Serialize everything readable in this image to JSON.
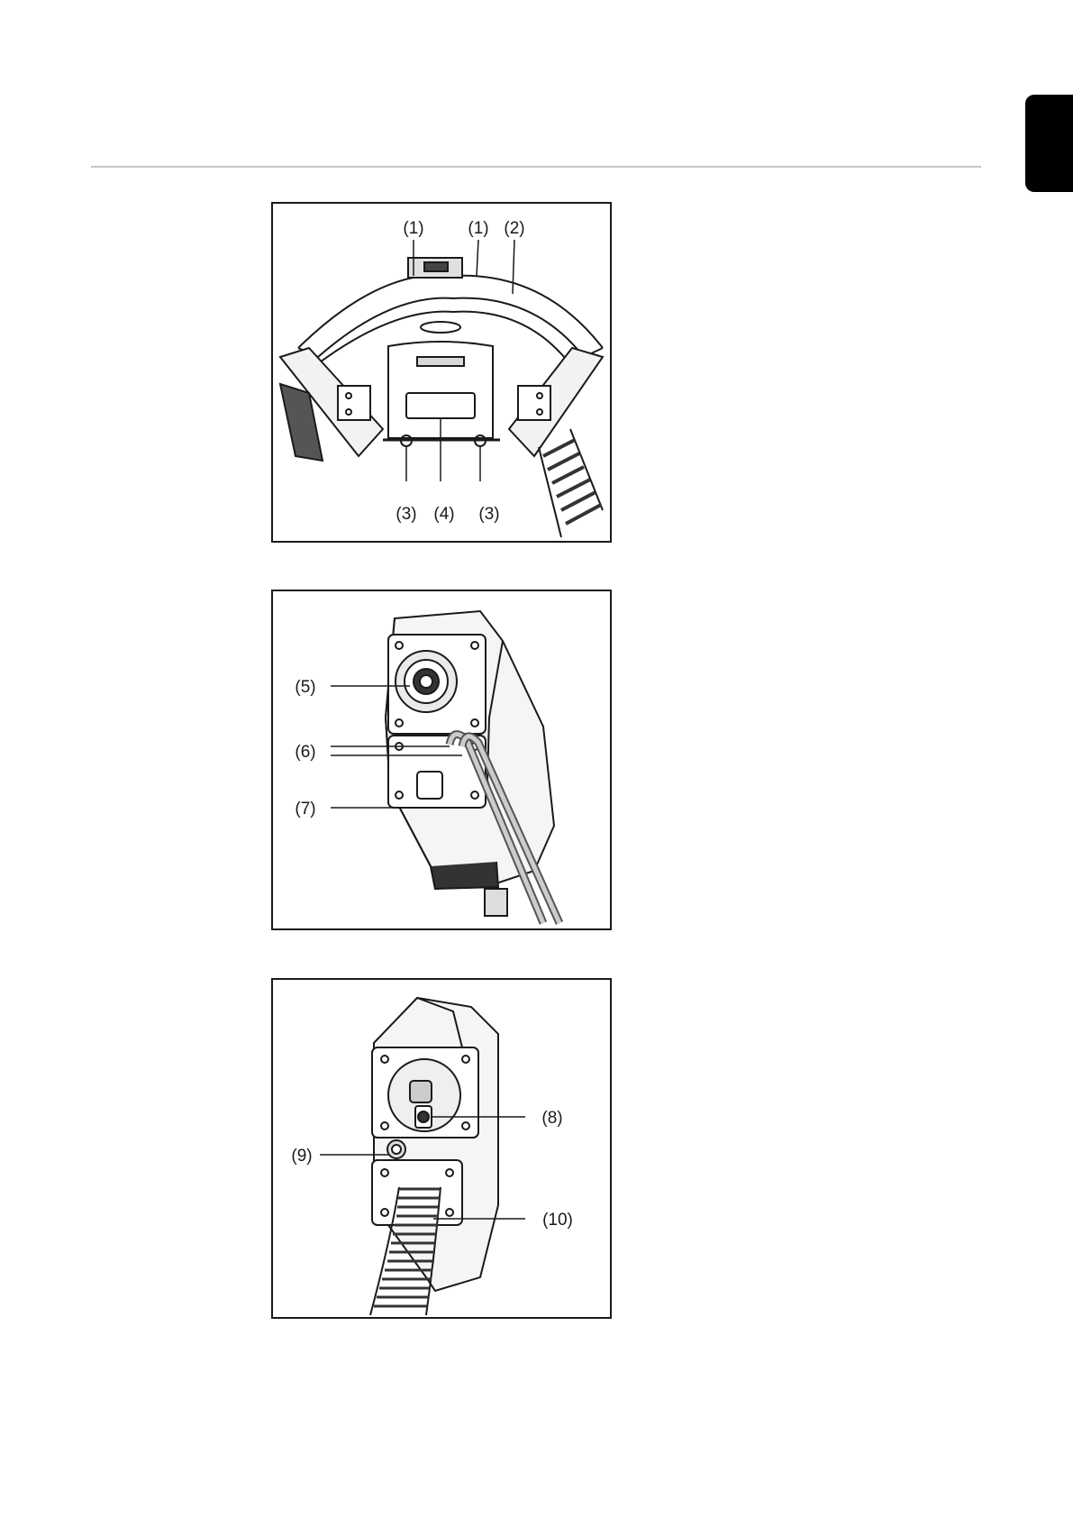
{
  "figures": [
    {
      "callouts": {
        "c1a": "(1)",
        "c1b": "(1)",
        "c2": "(2)",
        "c3a": "(3)",
        "c4": "(4)",
        "c3b": "(3)"
      }
    },
    {
      "callouts": {
        "c5": "(5)",
        "c6": "(6)",
        "c7": "(7)"
      }
    },
    {
      "callouts": {
        "c8": "(8)",
        "c9": "(9)",
        "c10": "(10)"
      }
    }
  ]
}
